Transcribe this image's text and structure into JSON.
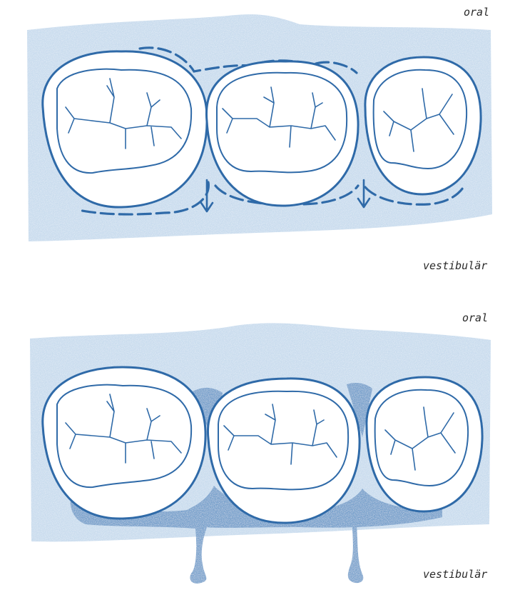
{
  "labels": {
    "top_oral": "oral",
    "top_vestibular": "vestibulär",
    "bottom_oral": "oral",
    "bottom_vestibular": "vestibulär"
  },
  "colors": {
    "tissue": "#c9dcee",
    "line": "#2f6aa8",
    "filled_material": "#6f9bc9"
  }
}
